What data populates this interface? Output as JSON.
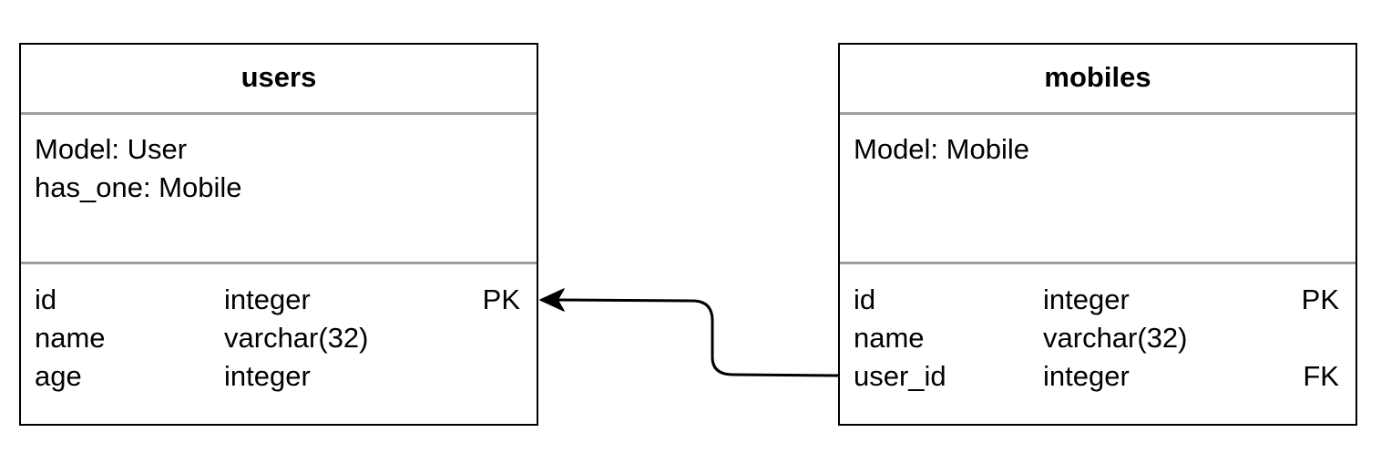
{
  "tables": {
    "users": {
      "title": "users",
      "model": "Model: User",
      "relation": "has_one: Mobile",
      "rows": [
        {
          "name": "id",
          "type": "integer",
          "key": "PK"
        },
        {
          "name": "name",
          "type": "varchar(32)",
          "key": ""
        },
        {
          "name": "age",
          "type": "integer",
          "key": ""
        }
      ]
    },
    "mobiles": {
      "title": "mobiles",
      "model": "Model: Mobile",
      "relation": "",
      "rows": [
        {
          "name": "id",
          "type": "integer",
          "key": "PK"
        },
        {
          "name": "name",
          "type": "varchar(32)",
          "key": ""
        },
        {
          "name": "user_id",
          "type": "integer",
          "key": "FK"
        }
      ]
    }
  },
  "colors": {
    "border": "#000000",
    "separator": "#9e9e9e",
    "connector": "#000000"
  }
}
